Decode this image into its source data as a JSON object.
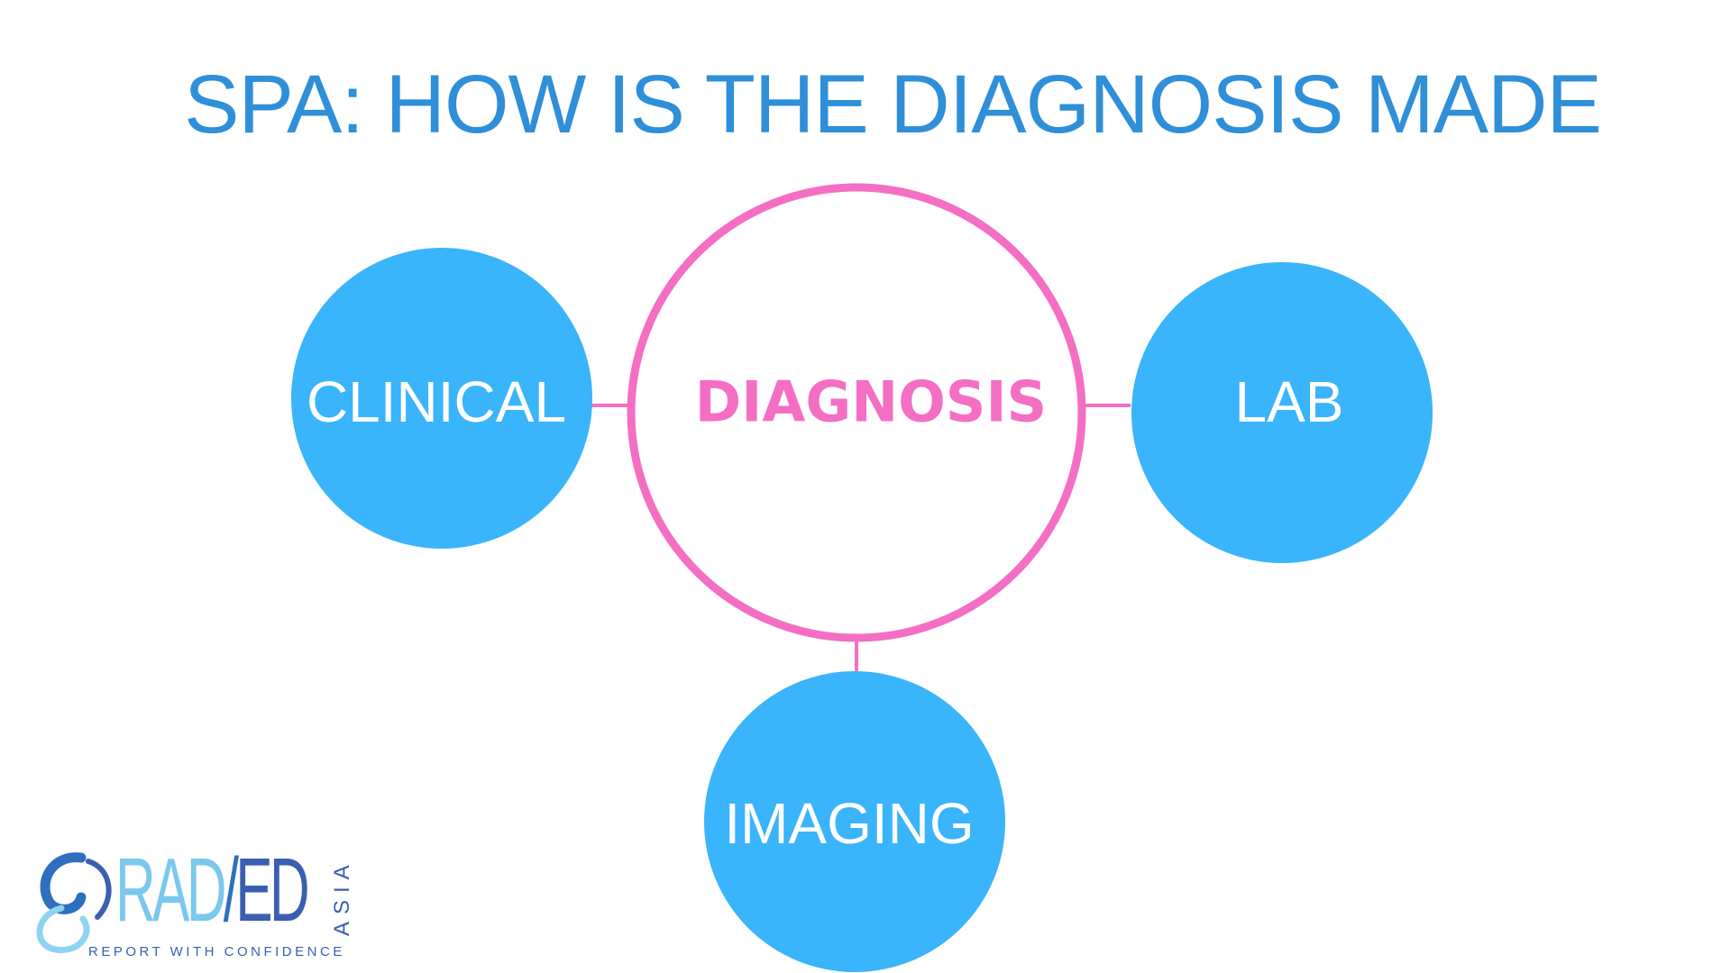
{
  "title": "SPA: HOW IS THE DIAGNOSIS MADE",
  "center": {
    "label": "DIAGNOSIS"
  },
  "nodes": [
    {
      "label": "CLINICAL"
    },
    {
      "label": "LAB"
    },
    {
      "label": "IMAGING"
    }
  ],
  "logo": {
    "rad": "RAD",
    "slash": "/",
    "ed": "ED",
    "asia": "ASIA",
    "tagline": "REPORT WITH CONFIDENCE"
  },
  "colors": {
    "title": "#2f8fd8",
    "node_fill": "#3ab4fa",
    "center_ring": "#f46fc3",
    "center_text": "#f46fc3",
    "node_text": "#ffffff"
  }
}
